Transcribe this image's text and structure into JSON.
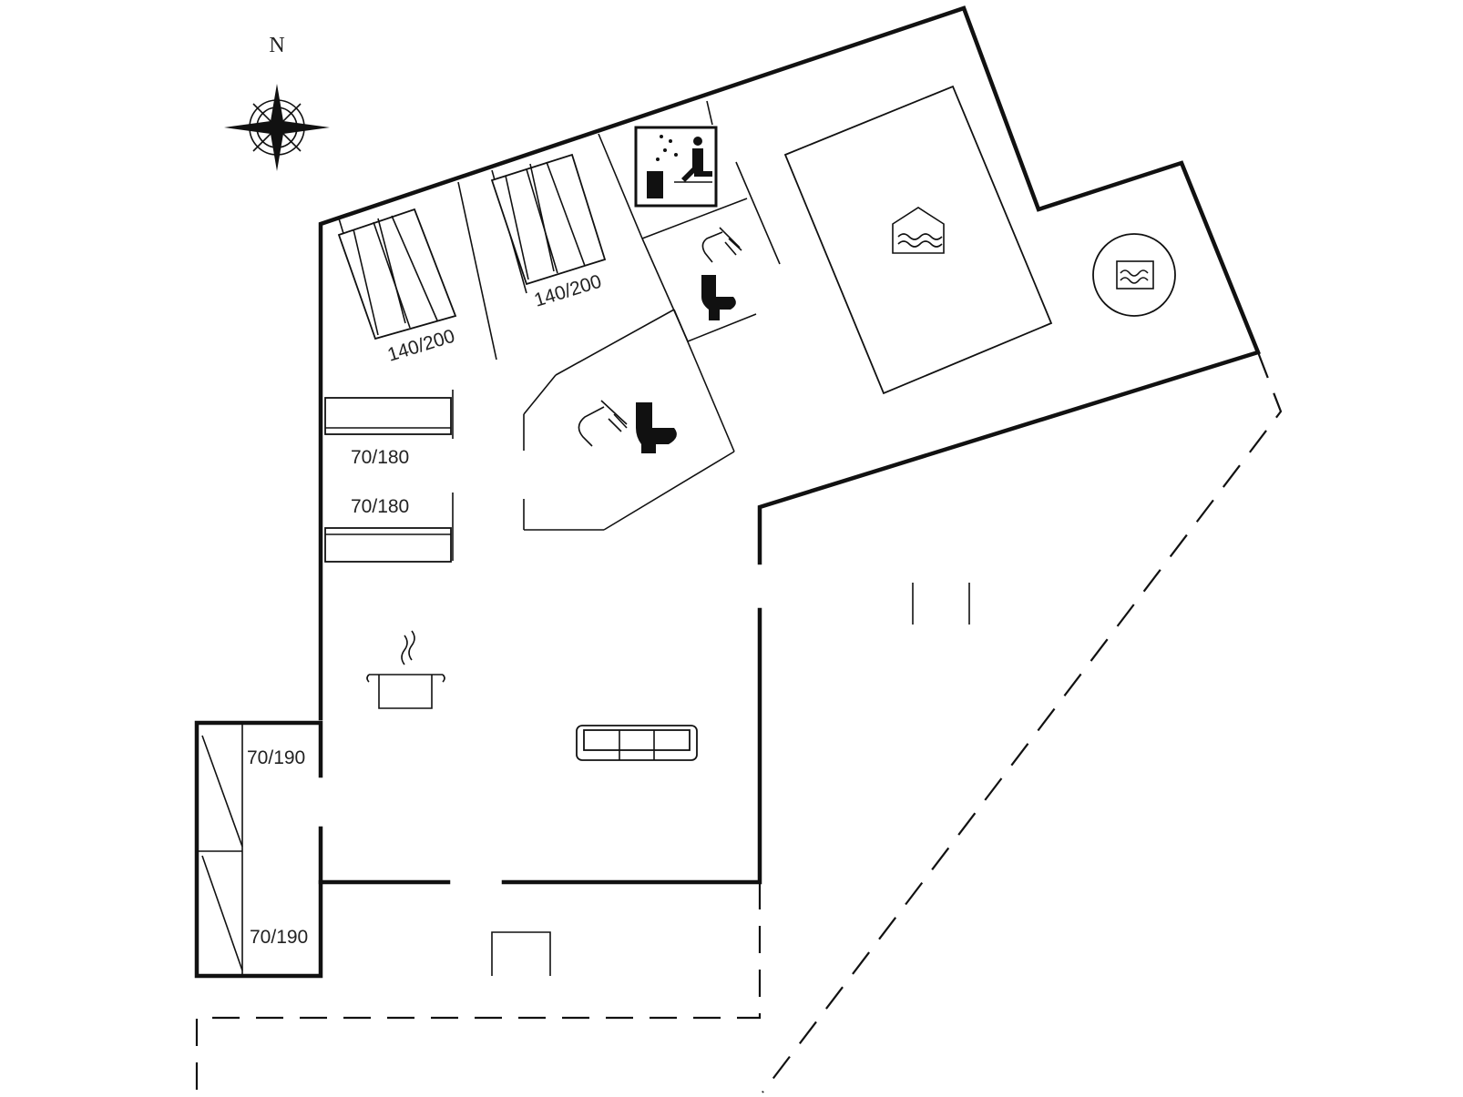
{
  "compass": {
    "label": "N",
    "icon": "compass-rose-icon"
  },
  "beds": {
    "double_bed_1": "140/200",
    "double_bed_2": "140/200",
    "single_bed_1": "70/180",
    "single_bed_2": "70/180",
    "single_bed_3": "70/190",
    "single_bed_4": "70/190"
  },
  "icons": [
    "sauna-icon",
    "shower-icon",
    "toilet-icon",
    "pool-icon",
    "whirlpool-icon",
    "kitchen-pot-icon",
    "sofa-icon"
  ]
}
